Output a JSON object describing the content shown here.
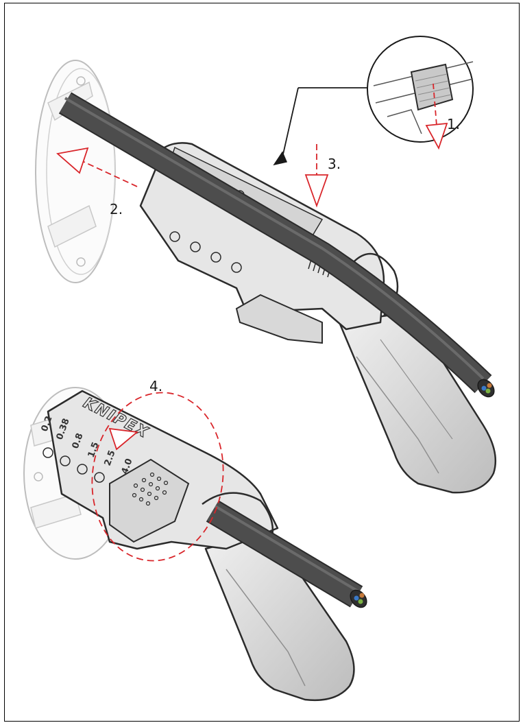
{
  "steps": {
    "s1": "1.",
    "s2": "2.",
    "s3": "3.",
    "s4": "4."
  },
  "brand": "KNIPEX",
  "scale_marks": [
    "0.2",
    "0.38",
    "0.8",
    "1.5",
    "2.5",
    "4.0"
  ],
  "colors": {
    "outline": "#2b2b2b",
    "tool_light": "#e6e6e6",
    "tool_mid": "#c9c9c9",
    "tool_dark": "#8f8f8f",
    "cable": "#4a4a4a",
    "arrow_red": "#d9252a",
    "box_grey": "#bdbdbd"
  },
  "icons": {
    "wire_cores": [
      "blue",
      "green-yellow",
      "brown"
    ]
  }
}
